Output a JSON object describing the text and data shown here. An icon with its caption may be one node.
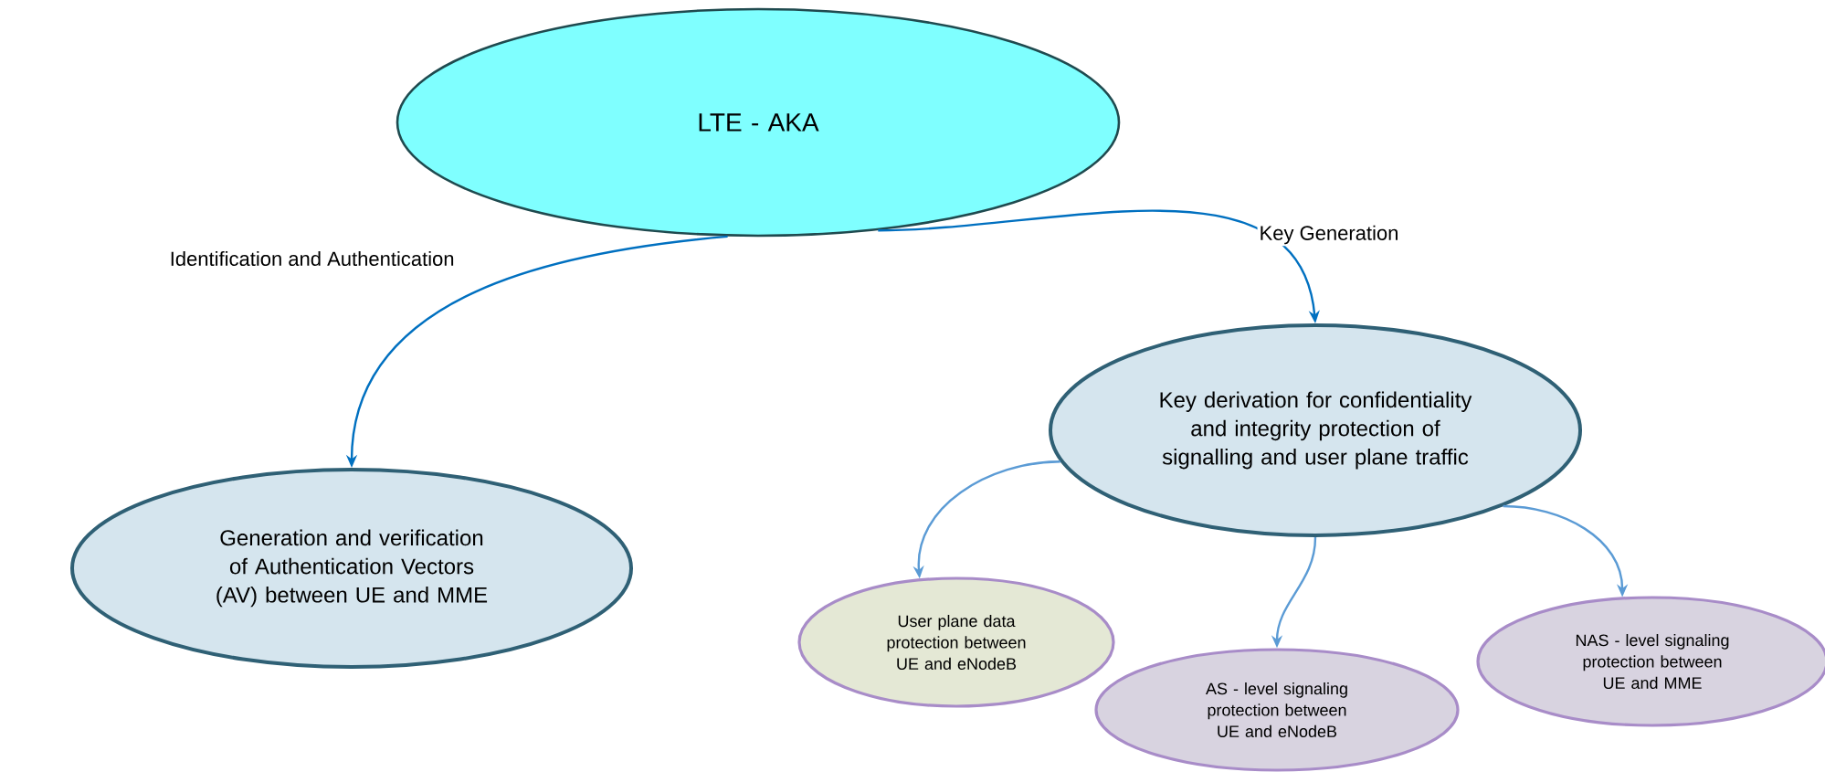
{
  "diagram": {
    "nodes": [
      {
        "text": [
          "LTE - AKA"
        ]
      },
      {
        "text": [
          "Key derivation for confidentiality and integrity protection of signalling and user plane traffic"
        ]
      },
      {
        "text": [
          "Generation and verification of Authentication Vectors (AV) between UE and MME"
        ]
      },
      {
        "text": [
          "User plane data protection between UE and eNodeB"
        ]
      },
      {
        "text": [
          "AS - level signaling protection between UE and eNodeB"
        ]
      },
      {
        "text": [
          "NAS - level signaling protection between UE and MME"
        ]
      }
    ],
    "edges": [
      {
        "from": 0,
        "to": 2,
        "arrow": "to",
        "label": "Identification and Authentication",
        "color": "#0070c0"
      },
      {
        "from": 0,
        "to": 1,
        "arrow": "to",
        "label": "Key Generation",
        "color": "#0070c0"
      },
      {
        "from": 1,
        "to": 3,
        "arrow": "to"
      },
      {
        "from": 1,
        "to": 4,
        "arrow": "to"
      },
      {
        "from": 1,
        "to": 5,
        "arrow": "to"
      }
    ]
  }
}
